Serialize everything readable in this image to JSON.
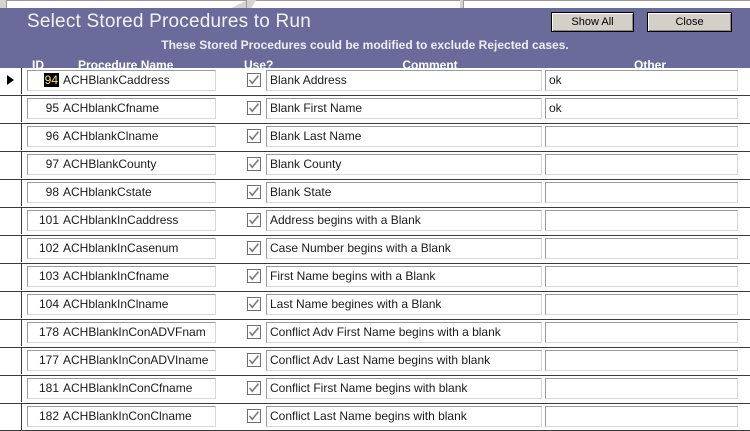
{
  "window": {
    "tabs": [
      "tab-left",
      "tab-active",
      "tab-right"
    ]
  },
  "header": {
    "title": "Select Stored Procedures to Run",
    "subtitle": "These Stored Procedures could be modified to exclude Rejected cases.",
    "background_color": "#6b6b9b",
    "buttons": [
      {
        "name": "show-all-button",
        "label": "Show All"
      },
      {
        "name": "close-button",
        "label": "Close"
      }
    ]
  },
  "columns": {
    "id": "ID",
    "name": "Procedure Name",
    "use": "Use?",
    "comment": "Comment",
    "other": "Other"
  },
  "selection": {
    "current_row_index": 0,
    "selected_value": "94",
    "highlight_background": "#000000",
    "highlight_text_color": "#f5e96b"
  },
  "rows": [
    {
      "id": "94",
      "name": "ACHBlankCaddress",
      "use": true,
      "comment": "Blank Address",
      "other": "ok",
      "selected": true
    },
    {
      "id": "95",
      "name": "ACHblankCfname",
      "use": true,
      "comment": "Blank First Name",
      "other": "ok",
      "selected": false
    },
    {
      "id": "96",
      "name": "ACHblankClname",
      "use": true,
      "comment": "Blank Last Name",
      "other": "",
      "selected": false
    },
    {
      "id": "97",
      "name": "ACHBlankCounty",
      "use": true,
      "comment": "Blank County",
      "other": "",
      "selected": false
    },
    {
      "id": "98",
      "name": "ACHblankCstate",
      "use": true,
      "comment": "Blank State",
      "other": "",
      "selected": false
    },
    {
      "id": "101",
      "name": "ACHblankInCaddress",
      "use": true,
      "comment": "Address begins with a Blank",
      "other": "",
      "selected": false
    },
    {
      "id": "102",
      "name": "ACHblankInCasenum",
      "use": true,
      "comment": "Case Number begins with a Blank",
      "other": "",
      "selected": false
    },
    {
      "id": "103",
      "name": "ACHblankInCfname",
      "use": true,
      "comment": "First Name begins with a Blank",
      "other": "",
      "selected": false
    },
    {
      "id": "104",
      "name": "ACHblankInClname",
      "use": true,
      "comment": "Last Name begines with a Blank",
      "other": "",
      "selected": false
    },
    {
      "id": "178",
      "name": "ACHBlankInConADVFnam",
      "use": true,
      "comment": "Conflict Adv First Name begins with a blank",
      "other": "",
      "selected": false
    },
    {
      "id": "177",
      "name": "ACHBlankInConADVIname",
      "use": true,
      "comment": "Conflict Adv Last Name begins with blank",
      "other": "",
      "selected": false
    },
    {
      "id": "181",
      "name": "ACHBlankInConCfname",
      "use": true,
      "comment": "Conflict First Name begins with blank",
      "other": "",
      "selected": false
    },
    {
      "id": "182",
      "name": "ACHBlankInConClname",
      "use": true,
      "comment": "Conflict Last Name begins with blank",
      "other": "",
      "selected": false
    }
  ]
}
